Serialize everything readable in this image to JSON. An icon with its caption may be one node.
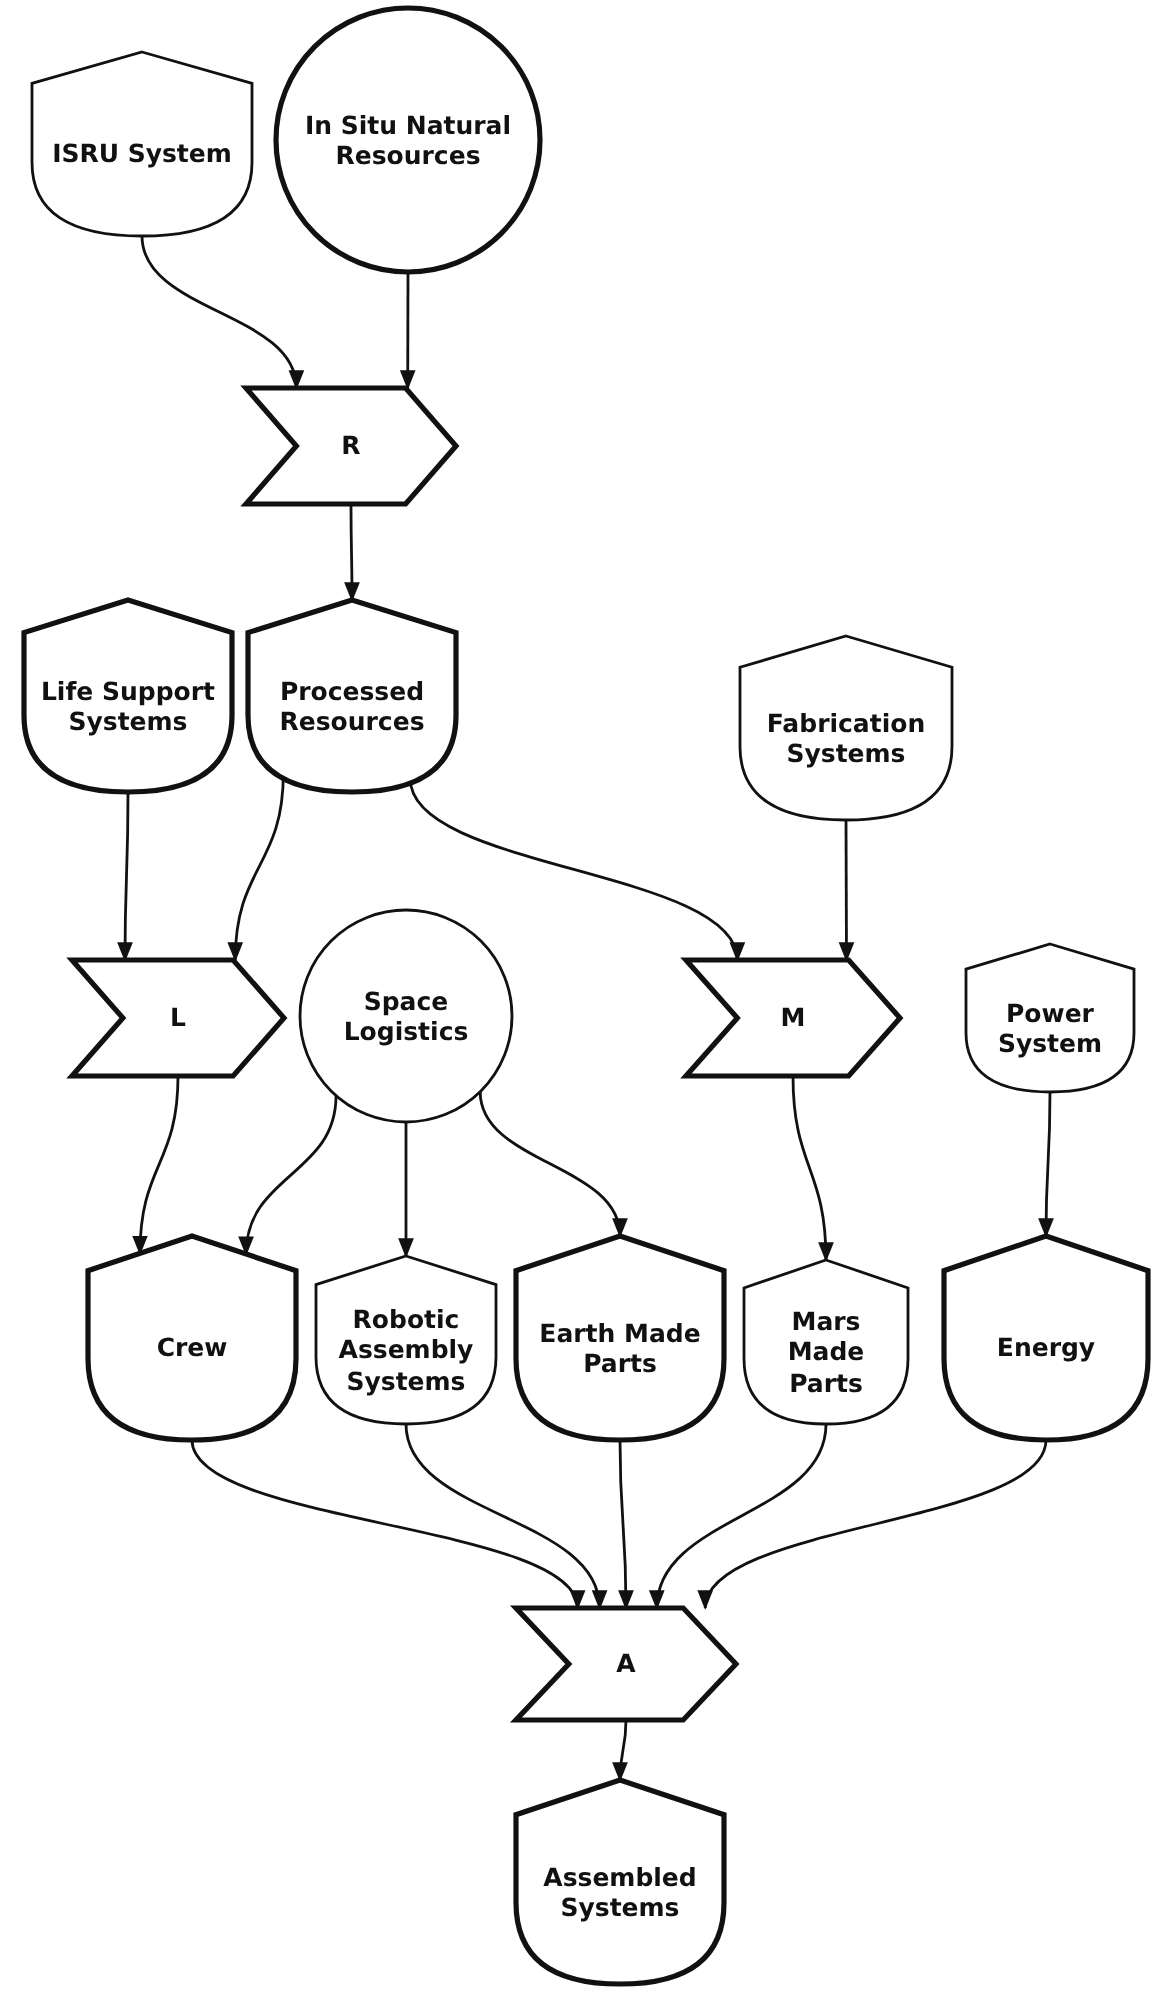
{
  "diagram": {
    "nodes": [
      {
        "text": [
          "ISRU System"
        ]
      },
      {
        "text": [
          "In Situ Natural Resources"
        ]
      },
      {
        "text": [
          "R"
        ]
      },
      {
        "text": [
          "Life Support Systems"
        ]
      },
      {
        "text": [
          "Processed Resources"
        ]
      },
      {
        "text": [
          "Fabrication Systems"
        ]
      },
      {
        "text": [
          "L"
        ]
      },
      {
        "text": [
          "Space Logistics"
        ]
      },
      {
        "text": [
          "M"
        ]
      },
      {
        "text": [
          "Power System"
        ]
      },
      {
        "text": [
          "Crew"
        ]
      },
      {
        "text": [
          "Robotic Assembly Systems"
        ]
      },
      {
        "text": [
          "Earth Made Parts"
        ]
      },
      {
        "text": [
          "Mars Made Parts"
        ]
      },
      {
        "text": [
          "Energy"
        ]
      },
      {
        "text": [
          "A"
        ]
      },
      {
        "text": [
          "Assembled Systems"
        ]
      }
    ],
    "edges": [
      {
        "from": 0,
        "to": 2,
        "arrow": "to"
      },
      {
        "from": 1,
        "to": 2,
        "arrow": "to"
      },
      {
        "from": 2,
        "to": 4,
        "arrow": "to"
      },
      {
        "from": 3,
        "to": 6,
        "arrow": "to"
      },
      {
        "from": 4,
        "to": 6,
        "arrow": "to"
      },
      {
        "from": 4,
        "to": 8,
        "arrow": "to"
      },
      {
        "from": 5,
        "to": 8,
        "arrow": "to"
      },
      {
        "from": 6,
        "to": 10,
        "arrow": "to"
      },
      {
        "from": 7,
        "to": 10,
        "arrow": "to"
      },
      {
        "from": 7,
        "to": 11,
        "arrow": "to"
      },
      {
        "from": 7,
        "to": 12,
        "arrow": "to"
      },
      {
        "from": 8,
        "to": 13,
        "arrow": "to"
      },
      {
        "from": 9,
        "to": 14,
        "arrow": "to"
      },
      {
        "from": 10,
        "to": 15,
        "arrow": "to"
      },
      {
        "from": 11,
        "to": 15,
        "arrow": "to"
      },
      {
        "from": 12,
        "to": 15,
        "arrow": "to"
      },
      {
        "from": 13,
        "to": 15,
        "arrow": "to"
      },
      {
        "from": 14,
        "to": 15,
        "arrow": "to"
      },
      {
        "from": 15,
        "to": 16,
        "arrow": "to"
      }
    ]
  }
}
